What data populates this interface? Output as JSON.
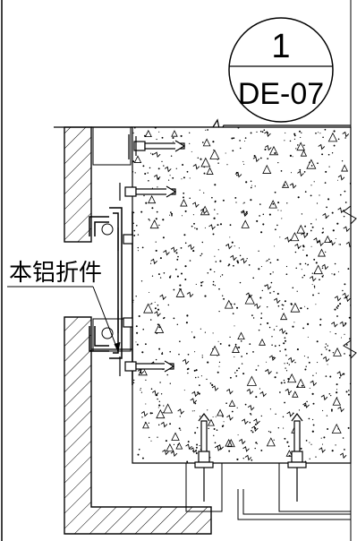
{
  "detail_tag": {
    "number": "1",
    "reference": "DE-07"
  },
  "callout": {
    "label": "本铝折件"
  }
}
